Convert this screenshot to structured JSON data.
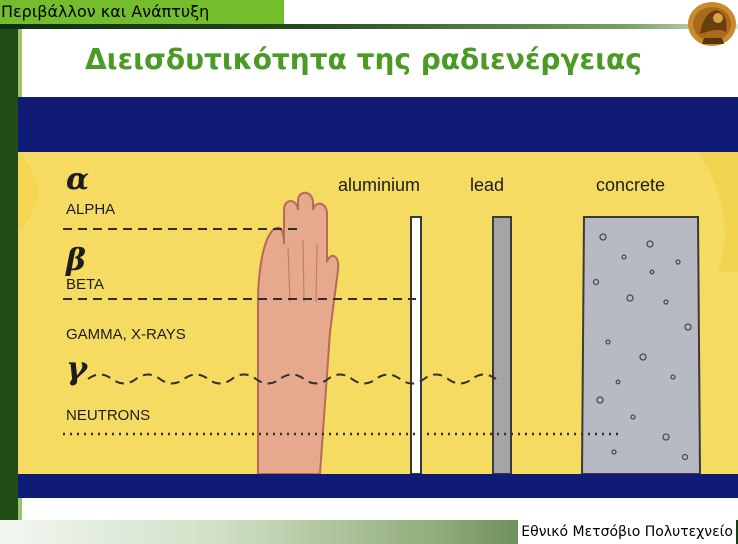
{
  "header": {
    "tab_label": "Περιβάλλον και Ανάπτυξη",
    "title": "Διεισδυτικότητα της ραδιενέργειας"
  },
  "illustration": {
    "materials": [
      "aluminium",
      "lead",
      "concrete"
    ],
    "rays": [
      {
        "symbol": "α",
        "name": "ALPHA"
      },
      {
        "symbol": "β",
        "name": "BETA"
      },
      {
        "symbol": "",
        "name": "GAMMA, X-RAYS"
      },
      {
        "symbol": "γ",
        "name": ""
      },
      {
        "symbol": "",
        "name": "NEUTRONS"
      }
    ]
  },
  "footer": {
    "institution": "Εθνικό Μετσόβιο Πολυτεχνείο"
  },
  "colors": {
    "accent_green": "#74bd2c",
    "title_green": "#4a9a25",
    "navy": "#101b75",
    "illustration_bg": "#f6db63"
  }
}
